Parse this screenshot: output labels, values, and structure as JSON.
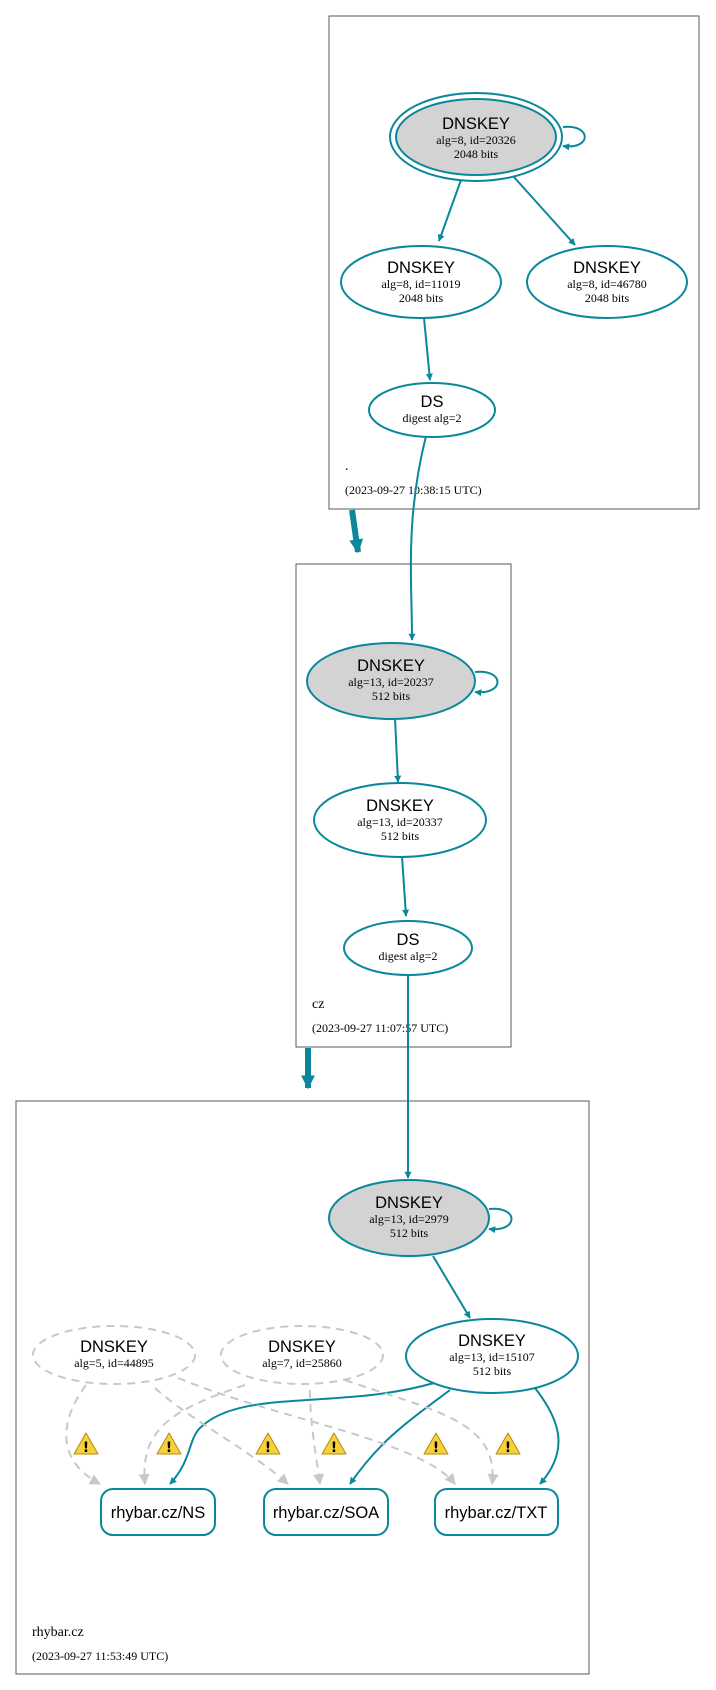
{
  "colors": {
    "teal": "#0a879a",
    "key_fill_ksk": "#d3d3d3",
    "insecure_gray": "#c8c8c8",
    "zone_border": "#5a5a5a",
    "warning_fill": "#f7d03c"
  },
  "zones": {
    "root": {
      "name": ".",
      "timestamp": "(2023-09-27 10:38:15 UTC)"
    },
    "cz": {
      "name": "cz",
      "timestamp": "(2023-09-27 11:07:57 UTC)"
    },
    "rhybar": {
      "name": "rhybar.cz",
      "timestamp": "(2023-09-27 11:53:49 UTC)"
    }
  },
  "nodes": {
    "root_ksk": {
      "title": "DNSKEY",
      "line1": "alg=8, id=20326",
      "line2": "2048 bits"
    },
    "root_zsk1": {
      "title": "DNSKEY",
      "line1": "alg=8, id=11019",
      "line2": "2048 bits"
    },
    "root_zsk2": {
      "title": "DNSKEY",
      "line1": "alg=8, id=46780",
      "line2": "2048 bits"
    },
    "root_ds": {
      "title": "DS",
      "line1": "digest alg=2"
    },
    "cz_ksk": {
      "title": "DNSKEY",
      "line1": "alg=13, id=20237",
      "line2": "512 bits"
    },
    "cz_zsk": {
      "title": "DNSKEY",
      "line1": "alg=13, id=20337",
      "line2": "512 bits"
    },
    "cz_ds": {
      "title": "DS",
      "line1": "digest alg=2"
    },
    "rh_ksk": {
      "title": "DNSKEY",
      "line1": "alg=13, id=2979",
      "line2": "512 bits"
    },
    "rh_zsk": {
      "title": "DNSKEY",
      "line1": "alg=13, id=15107",
      "line2": "512 bits"
    },
    "rh_key5": {
      "title": "DNSKEY",
      "line1": "alg=5, id=44895"
    },
    "rh_key7": {
      "title": "DNSKEY",
      "line1": "alg=7, id=25860"
    }
  },
  "records": {
    "ns": "rhybar.cz/NS",
    "soa": "rhybar.cz/SOA",
    "txt": "rhybar.cz/TXT"
  },
  "icons": {
    "warning": "warning-icon",
    "warning_glyph": "!"
  }
}
